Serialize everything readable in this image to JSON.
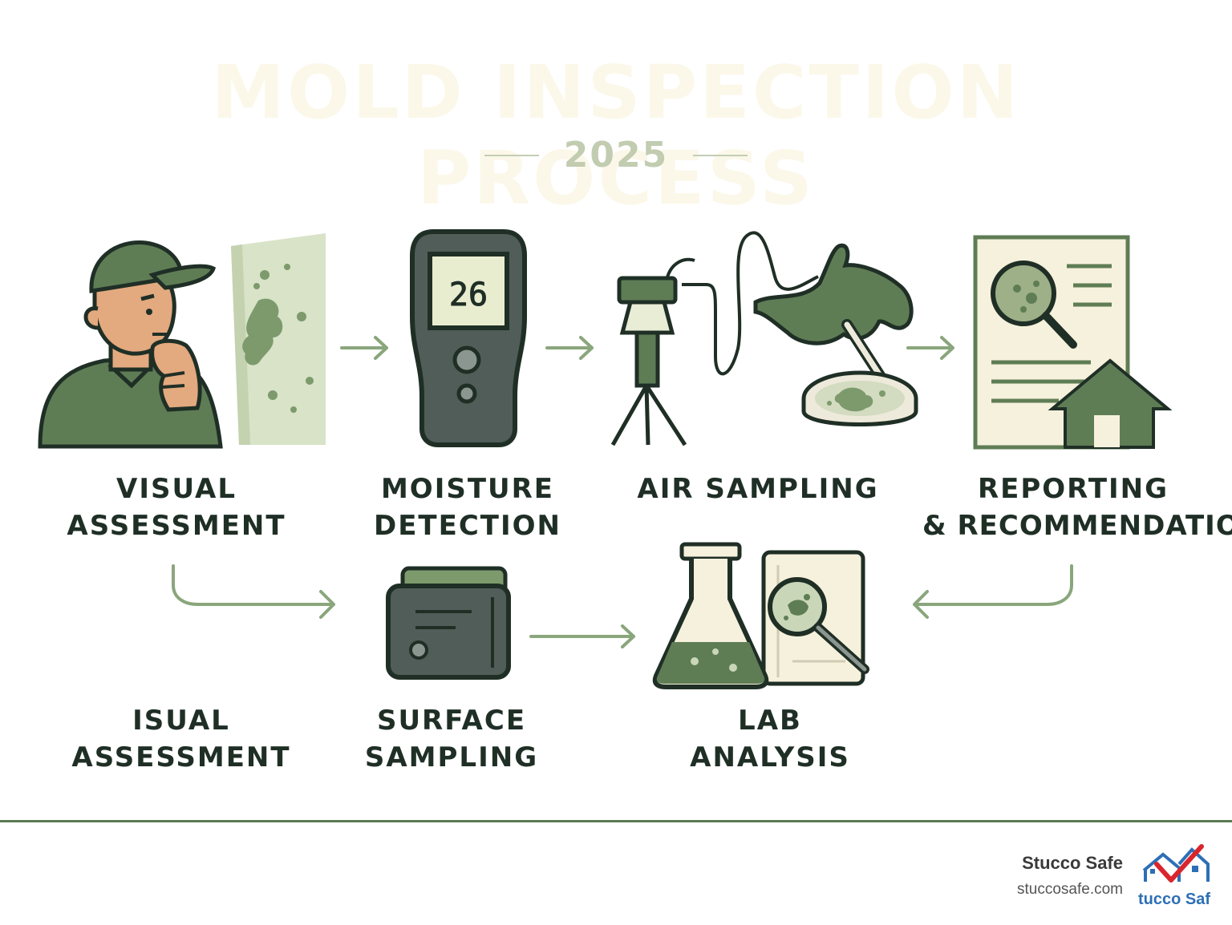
{
  "header": {
    "title": "MOLD INSPECTION PROCESS",
    "year": "2025"
  },
  "steps": [
    {
      "line1": "VISUAL",
      "line2": "ASSESSMENT"
    },
    {
      "line1": "MOISTURE",
      "line2": "DETECTION"
    },
    {
      "line1": "AIR SAMPLING",
      "line2": ""
    },
    {
      "line1": "REPORTING",
      "line2": "& RECOMMENDATIONS"
    },
    {
      "line1": "ISUAL",
      "line2": "ASSESSMENT"
    },
    {
      "line1": "SURFACE",
      "line2": "SAMPLING"
    },
    {
      "line1": "LAB",
      "line2": "ANALYSIS"
    }
  ],
  "meter_display": "26",
  "footer": {
    "brand": "Stucco Safe",
    "url": "stuccosafe.com",
    "logo_text": "tucco Saf"
  },
  "colors": {
    "dark_green": "#1f2f26",
    "mid_green": "#5f7d55",
    "light_green": "#c9d7b8",
    "cream": "#f6f1dc",
    "arrow": "#8aa67c",
    "logo_red": "#d9262e",
    "logo_blue": "#2d6fb6"
  }
}
